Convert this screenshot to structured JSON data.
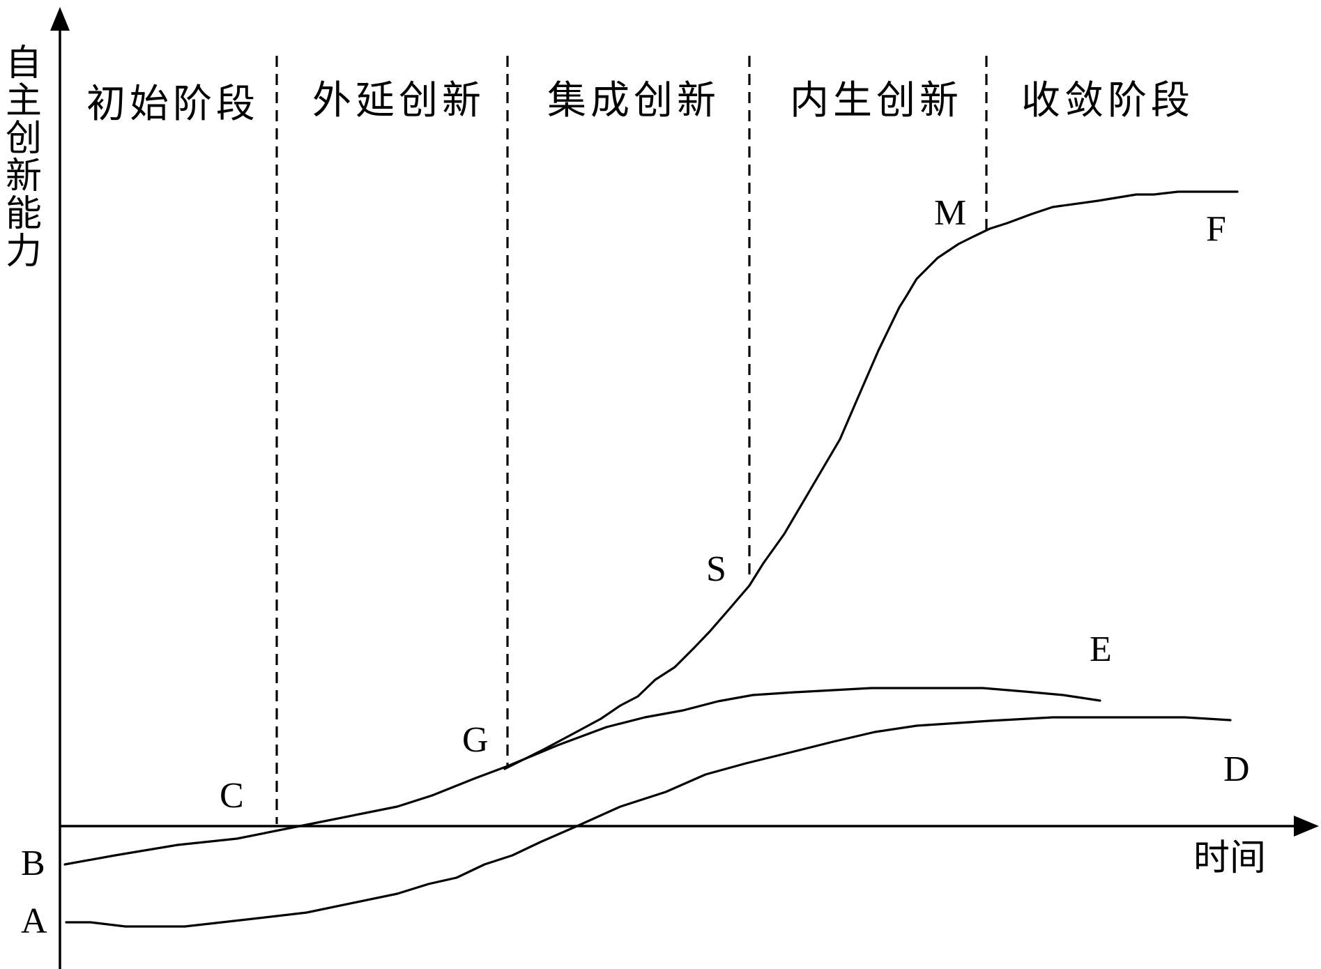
{
  "axes": {
    "y_label": "自主创新能力",
    "x_label": "时间"
  },
  "stages": [
    "初始阶段",
    "外延创新",
    "集成创新",
    "内生创新",
    "收敛阶段"
  ],
  "points": {
    "A": "A",
    "B": "B",
    "C": "C",
    "D": "D",
    "E": "E",
    "F": "F",
    "G": "G",
    "S": "S",
    "M": "M"
  },
  "curves": [
    {
      "name": "A-D",
      "from": "A",
      "to": "D"
    },
    {
      "name": "B-E",
      "from": "B",
      "to": "E"
    },
    {
      "name": "G-S-M-F",
      "from": "G",
      "to": "F"
    }
  ]
}
